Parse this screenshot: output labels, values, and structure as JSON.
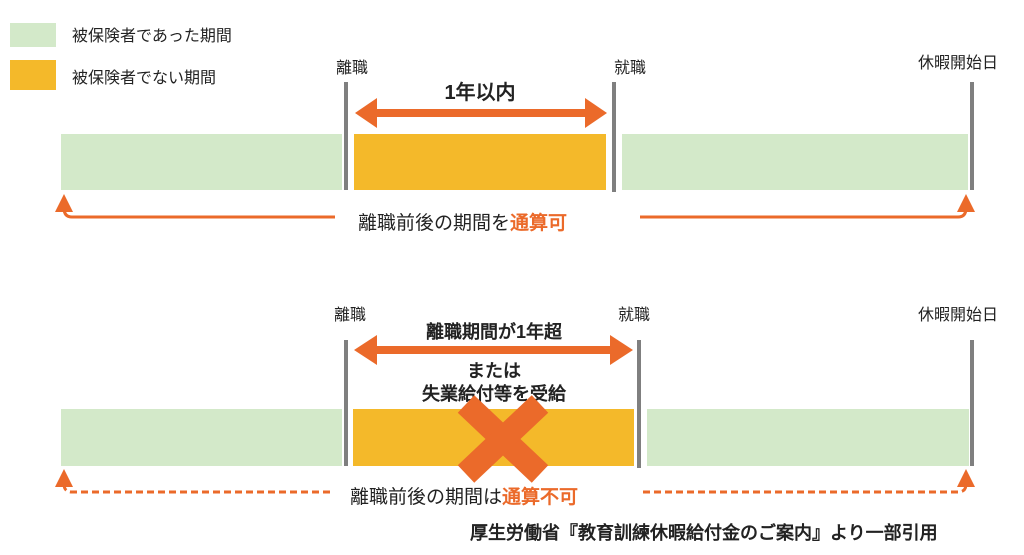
{
  "legend": [
    {
      "label": "被保険者であった期間",
      "color": "#d3e9c9"
    },
    {
      "label": "被保険者でない期間",
      "color": "#f4b92a"
    }
  ],
  "top": {
    "separation": "離職",
    "reemployment": "就職",
    "leave_start": "休暇開始日",
    "span_label": "1年以内",
    "result_prefix": "離職前後の期間を",
    "result_emphasis": "通算可"
  },
  "bottom": {
    "separation": "離職",
    "reemployment": "就職",
    "leave_start": "休暇開始日",
    "span_line1": "離職期間が1年超",
    "span_line2": "または",
    "span_line3": "失業給付等を受給",
    "result_prefix": "離職前後の期間は",
    "result_emphasis": "通算不可"
  },
  "source": "厚生労働省『教育訓練休暇給付金のご案内』より一部引用",
  "colors": {
    "accent": "#eb6a2a",
    "insured": "#d3e9c9",
    "uninsured": "#f4b92a",
    "marker": "#7f7f7f"
  }
}
